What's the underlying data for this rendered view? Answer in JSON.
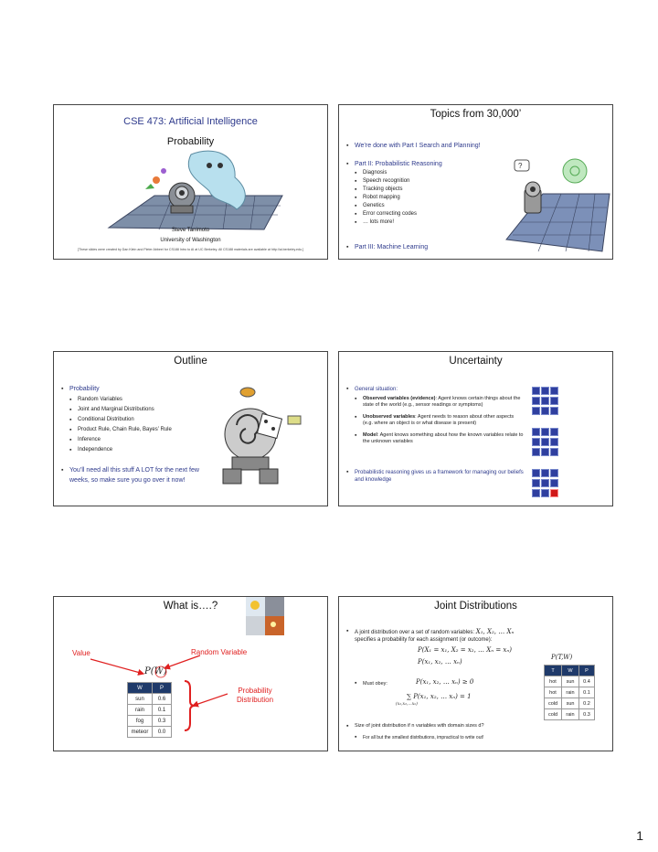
{
  "slide1": {
    "title": "CSE 473: Artificial Intelligence",
    "subtitle": "Probability",
    "author": "Steve Tanimoto",
    "affiliation": "University of Washington",
    "credit": "[These slides were created by Dan Klein and Pieter Abbeel for CS188 Intro to AI at UC Berkeley.  All CS188 materials are available at http://ai.berkeley.edu.]"
  },
  "slide2": {
    "title": "Topics from 30,000’",
    "items": [
      {
        "label": "We’re done with Part I Search and Planning!"
      },
      {
        "label": "Part II: Probabilistic Reasoning",
        "sub": [
          "Diagnosis",
          "Speech recognition",
          "Tracking objects",
          "Robot mapping",
          "Genetics",
          "Error correcting codes",
          "… lots more!"
        ]
      },
      {
        "label": "Part III: Machine Learning"
      }
    ]
  },
  "slide3": {
    "title": "Outline",
    "probability": "Probability",
    "sub": [
      "Random Variables",
      "Joint and Marginal Distributions",
      "Conditional Distribution",
      "Product Rule, Chain Rule, Bayes’ Rule",
      "Inference",
      "Independence"
    ],
    "note": "You’ll need all this stuff A LOT for the next few weeks, so make sure you go over it now!"
  },
  "slide4": {
    "title": "Uncertainty",
    "general": "General situation:",
    "sub": [
      {
        "bold": "Observed variables (evidence)",
        "text": ": Agent knows certain things about the state of the world (e.g., sensor readings or symptoms)"
      },
      {
        "bold": "Unobserved variables",
        "text": ": Agent needs to reason about other aspects (e.g. where an object is or what disease is present)"
      },
      {
        "bold": "Model",
        "text": ": Agent knows something about how the known variables relate to the unknown variables"
      }
    ],
    "framework": "Probabilistic reasoning gives us a framework for managing our beliefs and knowledge"
  },
  "slide5": {
    "title": "What is….?",
    "value_label": "Value",
    "rv_label": "Random Variable",
    "pw": "P(W)",
    "dist_label_1": "Probability",
    "dist_label_2": "Distribution",
    "table": {
      "headers": [
        "W",
        "P"
      ],
      "rows": [
        [
          "sun",
          "0.6"
        ],
        [
          "rain",
          "0.1"
        ],
        [
          "fog",
          "0.3"
        ],
        [
          "meteor",
          "0.0"
        ]
      ]
    },
    "colors": {
      "red": "#e02020"
    }
  },
  "slide6": {
    "title": "Joint Distributions",
    "intro_1": "A joint distribution over a set of random variables:",
    "intro_vars": "X₁, X₂, … Xₙ",
    "intro_2": "specifies a probability for each assignment (or outcome):",
    "eq1": "P(X₁ = x₁, X₂ = x₂, … Xₙ = xₙ)",
    "eq2": "P(x₁, x₂, … xₙ)",
    "ptw": "P(T,W)",
    "must_obey": "Must obey:",
    "eq3": "P(x₁, x₂, … xₙ) ≥ 0",
    "eq4": "∑ P(x₁, x₂, … xₙ) = 1",
    "eq4_sub": "(x₁,x₂,…xₙ)",
    "size_q": "Size of joint distribution if n variables with domain sizes d?",
    "size_a": "For all but the smallest distributions, impractical to write out!",
    "table": {
      "headers": [
        "T",
        "W",
        "P"
      ],
      "rows": [
        [
          "hot",
          "sun",
          "0.4"
        ],
        [
          "hot",
          "rain",
          "0.1"
        ],
        [
          "cold",
          "sun",
          "0.2"
        ],
        [
          "cold",
          "rain",
          "0.3"
        ]
      ]
    }
  },
  "page_number": "1"
}
